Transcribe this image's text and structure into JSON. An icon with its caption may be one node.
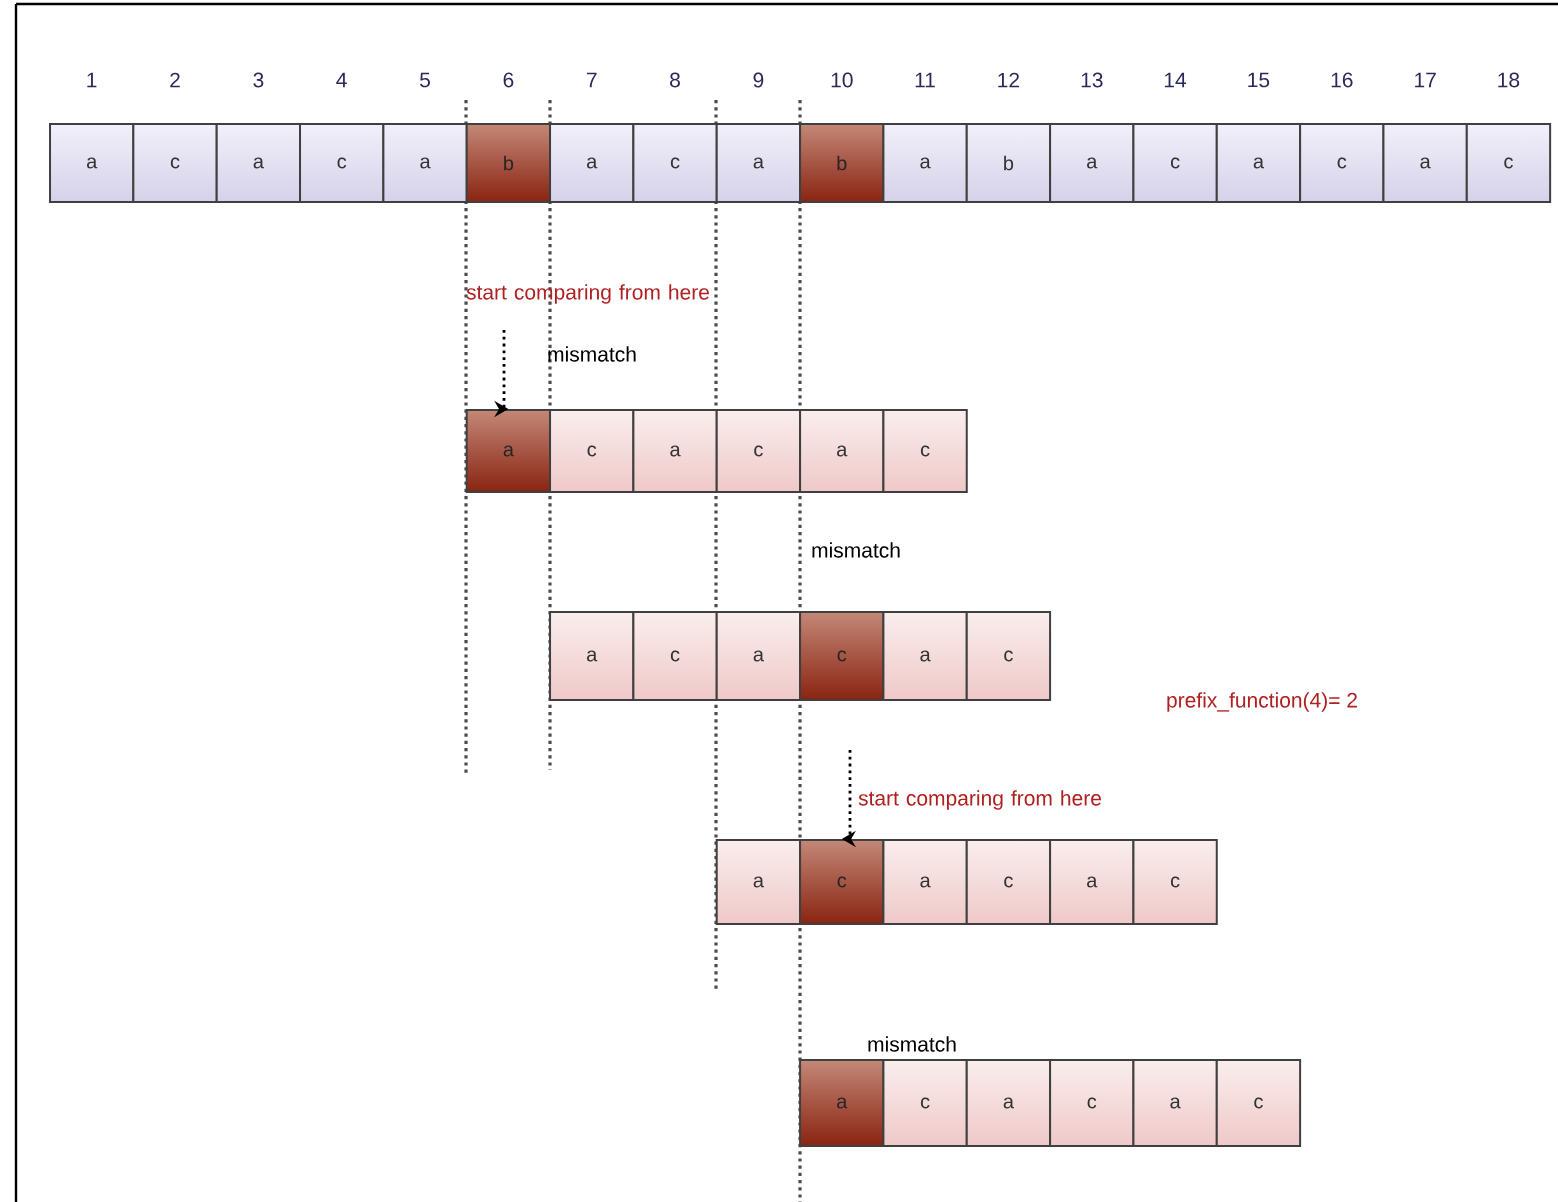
{
  "diagram": {
    "nodes": [
      {
        "text": [
          "a"
        ]
      },
      {
        "text": [
          "c"
        ]
      },
      {
        "text": [
          "a"
        ]
      },
      {
        "text": [
          "c"
        ]
      },
      {
        "text": [
          "a"
        ]
      },
      {
        "text": [
          "b"
        ]
      },
      {
        "text": [
          "a"
        ]
      },
      {
        "text": [
          "c"
        ]
      },
      {
        "text": [
          "a"
        ]
      },
      {
        "text": [
          "b"
        ]
      },
      {
        "text": [
          "a"
        ]
      },
      {
        "text": [
          "b"
        ]
      },
      {
        "text": [
          "a"
        ]
      },
      {
        "text": [
          "c"
        ]
      },
      {
        "text": [
          "a"
        ]
      },
      {
        "text": [
          "c"
        ]
      },
      {
        "text": [
          "a"
        ]
      },
      {
        "text": [
          "c"
        ]
      },
      {
        "text": [
          "a"
        ]
      },
      {
        "text": [
          "c"
        ]
      },
      {
        "text": [
          "a"
        ]
      },
      {
        "text": [
          "c"
        ]
      },
      {
        "text": [
          "a"
        ]
      },
      {
        "text": [
          "c"
        ]
      },
      {
        "text": [
          "a"
        ]
      },
      {
        "text": [
          "c"
        ]
      },
      {
        "text": [
          "a"
        ]
      },
      {
        "text": [
          "c"
        ]
      },
      {
        "text": [
          "a"
        ]
      },
      {
        "text": [
          "c"
        ]
      },
      {
        "text": [
          "a"
        ]
      },
      {
        "text": [
          "c"
        ]
      },
      {
        "text": [
          "a"
        ]
      },
      {
        "text": [
          "c"
        ]
      },
      {
        "text": [
          "a"
        ]
      },
      {
        "text": [
          "c"
        ]
      },
      {
        "text": [
          "a"
        ]
      },
      {
        "text": [
          "c"
        ]
      },
      {
        "text": [
          "a"
        ]
      },
      {
        "text": [
          "c"
        ]
      },
      {
        "text": [
          "a"
        ]
      },
      {
        "text": [
          "c"
        ]
      }
    ],
    "edges": [
      {
        "from": null,
        "to": 18,
        "arrow": "to",
        "style": "dashed"
      },
      {
        "from": null,
        "to": 31,
        "arrow": "to",
        "style": "dashed"
      }
    ],
    "labels": [
      "1",
      "2",
      "3",
      "4",
      "5",
      "6",
      "7",
      "8",
      "9",
      "10",
      "11",
      "12",
      "13",
      "14",
      "15",
      "16",
      "17",
      "18",
      "start comparing from here",
      "mismatch",
      "mismatch",
      "prefix_function(4)= 2",
      "start comparing from here",
      "mismatch"
    ]
  }
}
